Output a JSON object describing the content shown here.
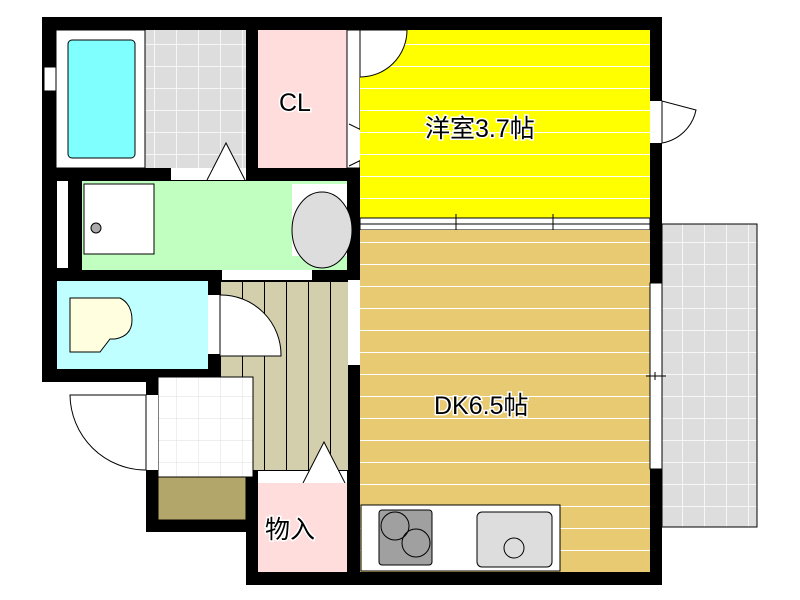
{
  "rooms": {
    "western_room": {
      "label": "洋室3.7帖",
      "color": "#ffff00"
    },
    "dining_kitchen": {
      "label": "DK6.5帖",
      "color": "#e8ca72"
    },
    "closet": {
      "label": "CL",
      "color": "#ffdddd"
    },
    "storage": {
      "label": "物入",
      "color": "#ffdddd"
    },
    "washroom": {
      "color": "#c0ffc0"
    },
    "toilet": {
      "color": "#c0ffff"
    },
    "bathroom": {
      "color": "#dddddd"
    },
    "hallway": {
      "color": "#d3cfad"
    },
    "entrance_step": {
      "color": "#b3a66a"
    },
    "balcony": {
      "color": "#dddddd"
    }
  },
  "colors": {
    "wall": "#000000",
    "bathtub": "#80ffff"
  }
}
